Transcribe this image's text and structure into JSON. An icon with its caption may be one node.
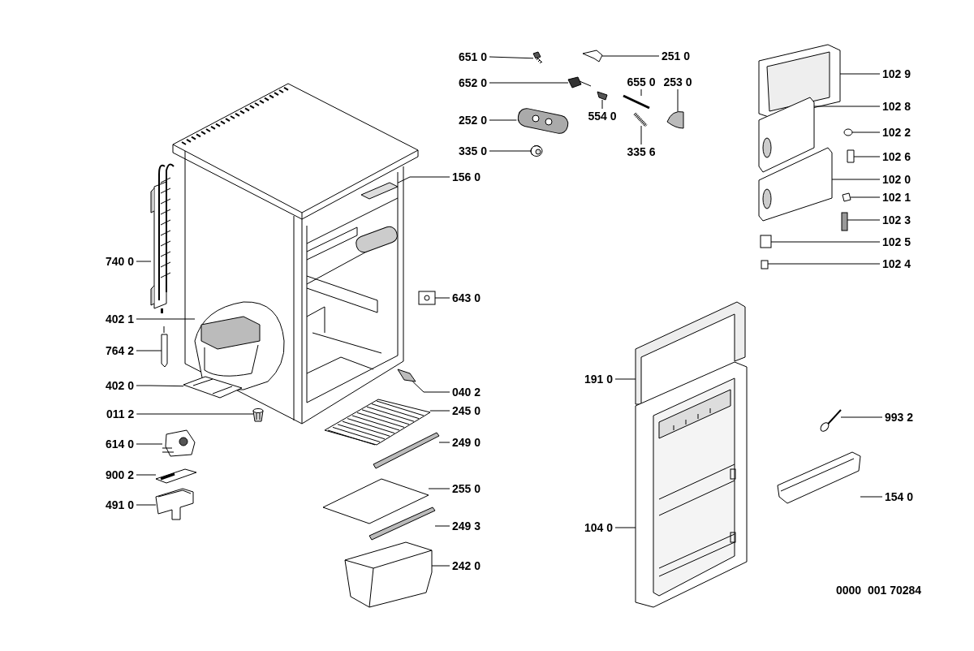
{
  "diagram": {
    "nodes": [
      {
        "text": [
          "651 0"
        ]
      },
      {
        "text": [
          "251 0"
        ]
      },
      {
        "text": [
          "102 9"
        ]
      },
      {
        "text": [
          "652 0"
        ]
      },
      {
        "text": [
          "655 0"
        ]
      },
      {
        "text": [
          "253 0"
        ]
      },
      {
        "text": [
          "102 8"
        ]
      },
      {
        "text": [
          "554 0"
        ]
      },
      {
        "text": [
          "252 0"
        ]
      },
      {
        "text": [
          "102 2"
        ]
      },
      {
        "text": [
          "335 0"
        ]
      },
      {
        "text": [
          "335 6"
        ]
      },
      {
        "text": [
          "102 6"
        ]
      },
      {
        "text": [
          "156 0"
        ]
      },
      {
        "text": [
          "102 0"
        ]
      },
      {
        "text": [
          "102 1"
        ]
      },
      {
        "text": [
          "102 3"
        ]
      },
      {
        "text": [
          "102 5"
        ]
      },
      {
        "text": [
          "740 0"
        ]
      },
      {
        "text": [
          "102 4"
        ]
      },
      {
        "text": [
          "643 0"
        ]
      },
      {
        "text": [
          "402 1"
        ]
      },
      {
        "text": [
          "764 2"
        ]
      },
      {
        "text": [
          "191 0"
        ]
      },
      {
        "text": [
          "402 0"
        ]
      },
      {
        "text": [
          "040 2"
        ]
      },
      {
        "text": [
          "245 0"
        ]
      },
      {
        "text": [
          "011 2"
        ]
      },
      {
        "text": [
          "993 2"
        ]
      },
      {
        "text": [
          "249 0"
        ]
      },
      {
        "text": [
          "614 0"
        ]
      },
      {
        "text": [
          "900 2"
        ]
      },
      {
        "text": [
          "255 0"
        ]
      },
      {
        "text": [
          "154 0"
        ]
      },
      {
        "text": [
          "491 0"
        ]
      },
      {
        "text": [
          "249 3"
        ]
      },
      {
        "text": [
          "104 0"
        ]
      },
      {
        "text": [
          "242 0"
        ]
      },
      {
        "text": [],
        "shape": "picture"
      },
      {
        "text": [],
        "shape": "picture"
      },
      {
        "text": [],
        "shape": "picture"
      },
      {
        "text": [],
        "shape": "picture"
      },
      {
        "text": [],
        "shape": "picture"
      },
      {
        "text": [],
        "shape": "picture"
      },
      {
        "text": [],
        "shape": "picture"
      },
      {
        "text": [],
        "shape": "picture"
      },
      {
        "text": [],
        "shape": "picture"
      },
      {
        "text": [],
        "shape": "picture"
      },
      {
        "text": [],
        "shape": "picture"
      },
      {
        "text": [],
        "shape": "picture"
      },
      {
        "text": [],
        "shape": "picture"
      },
      {
        "text": [],
        "shape": "picture"
      },
      {
        "text": [],
        "shape": "picture"
      },
      {
        "text": [],
        "shape": "picture"
      },
      {
        "text": [],
        "shape": "picture"
      },
      {
        "text": [],
        "shape": "picture"
      },
      {
        "text": [],
        "shape": "picture"
      },
      {
        "text": [],
        "shape": "picture"
      },
      {
        "text": [],
        "shape": "picture"
      },
      {
        "text": [],
        "shape": "picture"
      },
      {
        "text": [],
        "shape": "picture"
      },
      {
        "text": [],
        "shape": "picture"
      },
      {
        "text": [],
        "shape": "picture"
      },
      {
        "text": [],
        "shape": "picture"
      },
      {
        "text": [],
        "shape": "picture"
      },
      {
        "text": [],
        "shape": "picture"
      },
      {
        "text": [],
        "shape": "picture"
      },
      {
        "text": [],
        "shape": "picture"
      },
      {
        "text": [],
        "shape": "picture"
      },
      {
        "text": [],
        "shape": "picture"
      },
      {
        "text": [],
        "shape": "picture"
      },
      {
        "text": [],
        "shape": "picture"
      },
      {
        "text": [],
        "shape": "picture"
      },
      {
        "text": [],
        "shape": "picture"
      },
      {
        "text": [],
        "shape": "picture"
      },
      {
        "text": [],
        "shape": "picture"
      }
    ],
    "edges": [
      {
        "from": 0,
        "to": 38,
        "arrow": "none"
      },
      {
        "from": 1,
        "to": 39,
        "arrow": "none"
      },
      {
        "from": 2,
        "to": 40,
        "arrow": "none"
      },
      {
        "from": 3,
        "to": 41,
        "arrow": "none"
      },
      {
        "from": 4,
        "to": 42,
        "arrow": "none"
      },
      {
        "from": 5,
        "to": 43,
        "arrow": "none"
      },
      {
        "from": 6,
        "to": 44,
        "arrow": "none"
      },
      {
        "from": 7,
        "to": 45,
        "arrow": "none"
      },
      {
        "from": 8,
        "to": 46,
        "arrow": "none"
      },
      {
        "from": 9,
        "to": 47,
        "arrow": "none"
      },
      {
        "from": 10,
        "to": 48,
        "arrow": "none"
      },
      {
        "from": 11,
        "to": 49,
        "arrow": "none"
      },
      {
        "from": 12,
        "to": 50,
        "arrow": "none"
      },
      {
        "from": 13,
        "to": 51,
        "arrow": "none"
      },
      {
        "from": 14,
        "to": 52,
        "arrow": "none"
      },
      {
        "from": 15,
        "to": 53,
        "arrow": "none"
      },
      {
        "from": 16,
        "to": 54,
        "arrow": "none"
      },
      {
        "from": 17,
        "to": 55,
        "arrow": "none"
      },
      {
        "from": 18,
        "to": 56,
        "arrow": "none"
      },
      {
        "from": 19,
        "to": 57,
        "arrow": "none"
      },
      {
        "from": 20,
        "to": 58,
        "arrow": "none"
      },
      {
        "from": 21,
        "to": 59,
        "arrow": "none"
      },
      {
        "from": 22,
        "to": 60,
        "arrow": "none"
      },
      {
        "from": 23,
        "to": 61,
        "arrow": "none"
      },
      {
        "from": 24,
        "to": 62,
        "arrow": "none"
      },
      {
        "from": 25,
        "to": 63,
        "arrow": "none"
      },
      {
        "from": 26,
        "to": 64,
        "arrow": "none"
      },
      {
        "from": 27,
        "to": 65,
        "arrow": "none"
      },
      {
        "from": 28,
        "to": 66,
        "arrow": "none"
      },
      {
        "from": 29,
        "to": 67,
        "arrow": "none"
      },
      {
        "from": 30,
        "to": 68,
        "arrow": "none"
      },
      {
        "from": 31,
        "to": 69,
        "arrow": "none"
      },
      {
        "from": 32,
        "to": 70,
        "arrow": "none"
      },
      {
        "from": 33,
        "to": 71,
        "arrow": "none"
      },
      {
        "from": 34,
        "to": 72,
        "arrow": "none"
      },
      {
        "from": 35,
        "to": 73,
        "arrow": "none"
      },
      {
        "from": 36,
        "to": 74,
        "arrow": "none"
      },
      {
        "from": 37,
        "to": 75,
        "arrow": "none"
      }
    ],
    "labels": [
      "0000  001 70284"
    ]
  }
}
